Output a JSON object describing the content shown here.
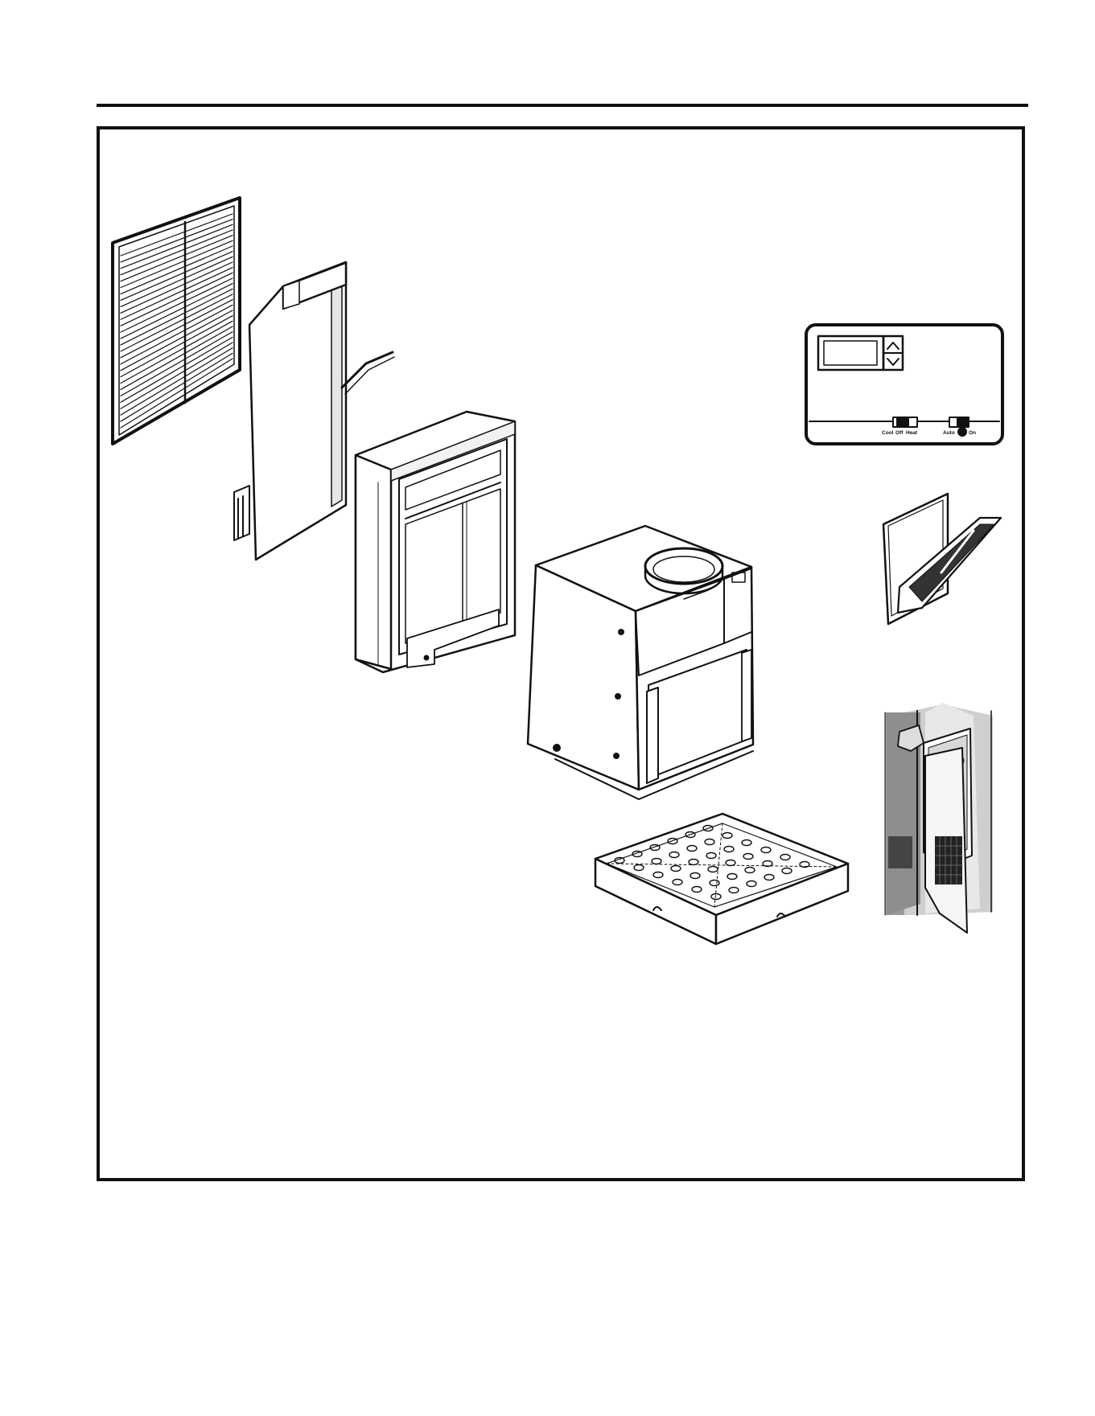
{
  "figure": {
    "parts": [
      {
        "id": "front-grille",
        "icon": "louvered-grille-icon"
      },
      {
        "id": "filter-panel",
        "icon": "filter-panel-icon"
      },
      {
        "id": "wall-sleeve",
        "icon": "wall-sleeve-icon"
      },
      {
        "id": "air-handler-unit",
        "icon": "air-handler-icon"
      },
      {
        "id": "drain-pan",
        "icon": "drain-pan-icon"
      },
      {
        "id": "wall-thermostat",
        "icon": "thermostat-icon"
      },
      {
        "id": "return-air-grille",
        "icon": "return-grille-icon"
      },
      {
        "id": "access-door",
        "icon": "access-door-icon"
      }
    ]
  },
  "thermostat": {
    "mode_labels": {
      "cool": "Cool",
      "off": "Off",
      "heat": "Heat"
    },
    "fan_labels": {
      "auto": "Auto",
      "on": "On"
    },
    "buttons": {
      "up": "up-arrow-icon",
      "down": "down-arrow-icon"
    }
  },
  "colors": {
    "ink": "#111111",
    "paper": "#ffffff",
    "shade": "#bdbdbd",
    "dark": "#2a2a2a"
  }
}
